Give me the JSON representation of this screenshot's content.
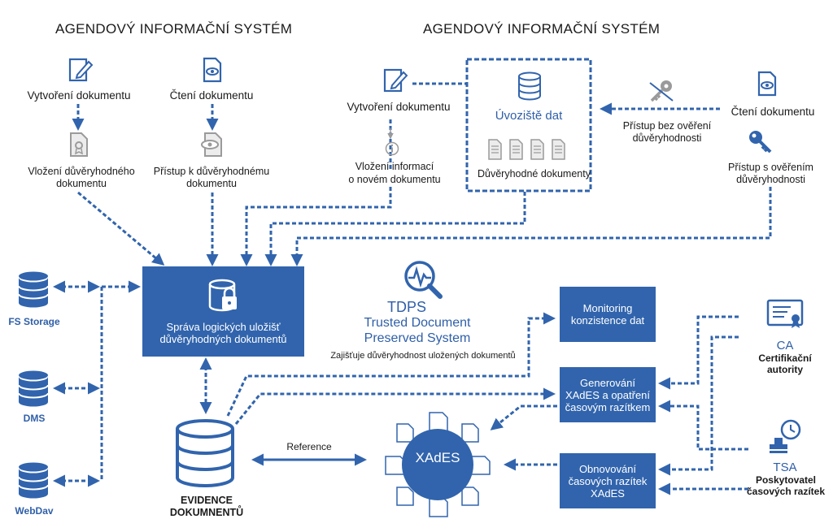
{
  "titles": {
    "left": "AGENDOVÝ INFORMAČNÍ SYSTÉM",
    "right": "AGENDOVÝ INFORMAČNÍ SYSTÉM"
  },
  "left_system": {
    "create_doc": "Vytvoření dokumentu",
    "read_doc": "Čtení dokumentu",
    "insert_trusted_1": "Vložení důvěryhodného",
    "insert_trusted_2": "dokumentu",
    "access_trusted_1": "Přístup k důvěryhodnému",
    "access_trusted_2": "dokumentu"
  },
  "right_system": {
    "create_doc": "Vytvoření dokumentu",
    "insert_info_1": "Vložení informací",
    "insert_info_2": "o novém dokumentu",
    "storage_title": "Úvoziště dat",
    "trusted_docs": "Důvěryhodné dokumenty",
    "read_doc": "Čtení dokumentu",
    "access_no_verify_1": "Přístup bez ověření",
    "access_no_verify_2": "důvěryhodnosti",
    "access_verify_1": "Přístup s ověřením",
    "access_verify_2": "důvěryhodnosti"
  },
  "storages": {
    "fs": "FS Storage",
    "dms": "DMS",
    "webdav": "WebDav"
  },
  "management_box": {
    "line1": "Správa logických uložišť",
    "line2": "důvěryhodných dokumentů"
  },
  "tdps": {
    "abbr": "TDPS",
    "name_1": "Trusted Document",
    "name_2": "Preserved System",
    "subtitle": "Zajišťuje důvěryhodnost uložených dokumentů"
  },
  "boxes": {
    "monitoring_1": "Monitoring",
    "monitoring_2": "konzistence dat",
    "generate_1": "Generování",
    "generate_2": "XAdES a opatření",
    "generate_3": "časovým razítkem",
    "renew_1": "Obnovování",
    "renew_2": "časových razítek",
    "renew_3": "XAdES"
  },
  "evidence": {
    "line1": "EVIDENCE",
    "line2": "DOKUMNENTŮ",
    "reference": "Reference"
  },
  "xades": "XAdES",
  "ca": {
    "abbr": "CA",
    "line1": "Certifikační",
    "line2": "autority"
  },
  "tsa": {
    "abbr": "TSA",
    "line1": "Poskytovatel",
    "line2": "časových razítek"
  },
  "colors": {
    "primary": "#3164ad",
    "text_blue": "#2f5fa8",
    "gray_icon": "#9a9a9a"
  }
}
